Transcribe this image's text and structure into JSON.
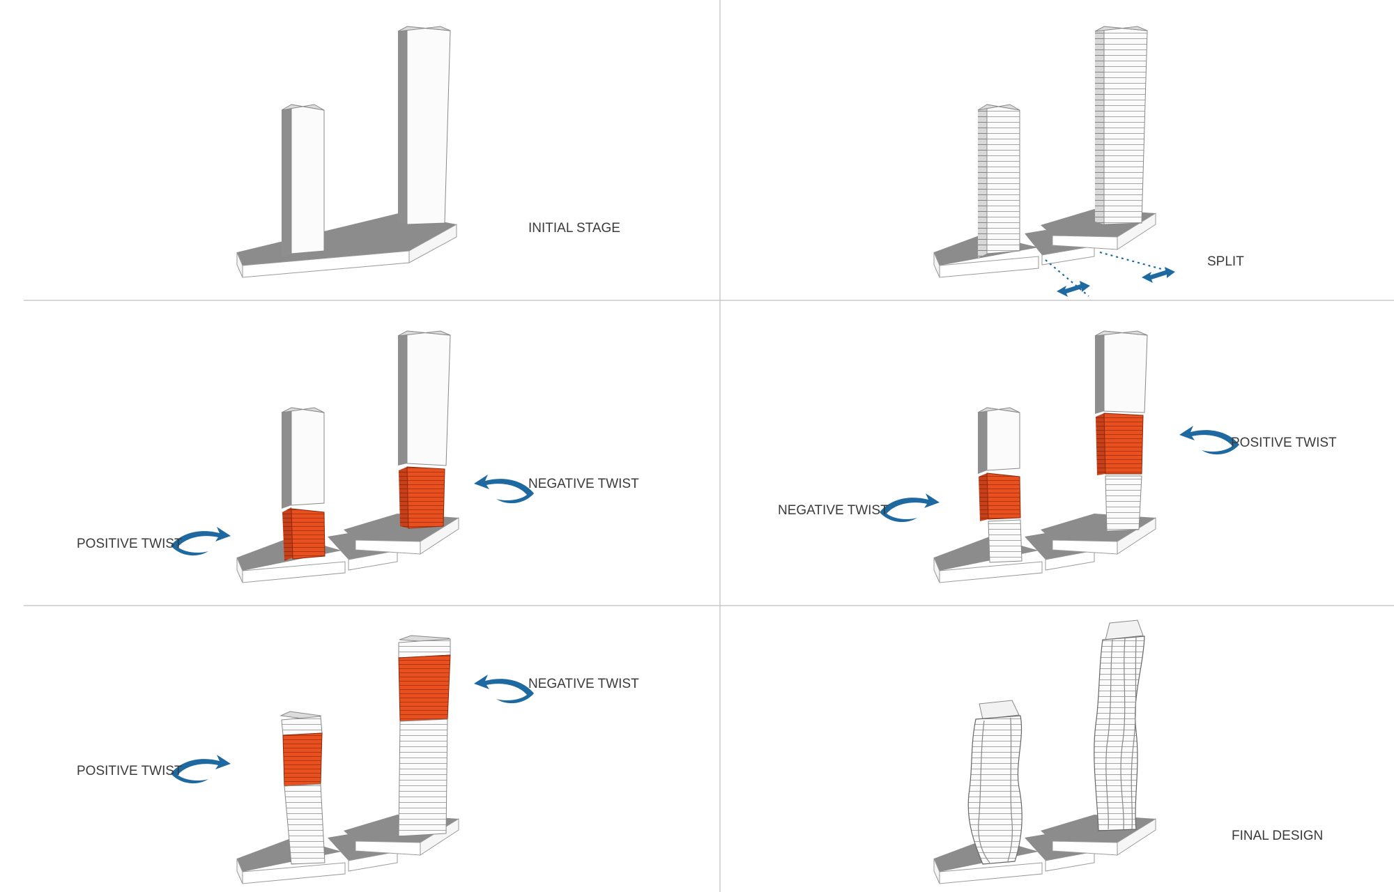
{
  "panels": [
    {
      "id": "initial",
      "labels": [
        "INITIAL STAGE"
      ]
    },
    {
      "id": "split",
      "labels": [
        "SPLIT"
      ]
    },
    {
      "id": "twist-a",
      "labels": [
        "POSITIVE TWIST",
        "NEGATIVE TWIST"
      ]
    },
    {
      "id": "twist-b",
      "labels": [
        "NEGATIVE TWIST",
        "POSITIVE TWIST"
      ]
    },
    {
      "id": "twist-c",
      "labels": [
        "POSITIVE TWIST",
        "NEGATIVE TWIST"
      ]
    },
    {
      "id": "final",
      "labels": [
        "FINAL DESIGN"
      ]
    }
  ],
  "colors": {
    "background": "#ffffff",
    "divider": "#c8c8c8",
    "podium_top": "#8c8c8c",
    "podium_side": "#ffffff",
    "tower_front": "#fbfbfb",
    "tower_side": "#8e8e8e",
    "twist_orange": "#e8501f",
    "arrow_blue": "#1e6aa0",
    "label_text": "#3a3a3a"
  },
  "icons": [
    "twist-arrow-icon",
    "double-arrow-icon"
  ]
}
